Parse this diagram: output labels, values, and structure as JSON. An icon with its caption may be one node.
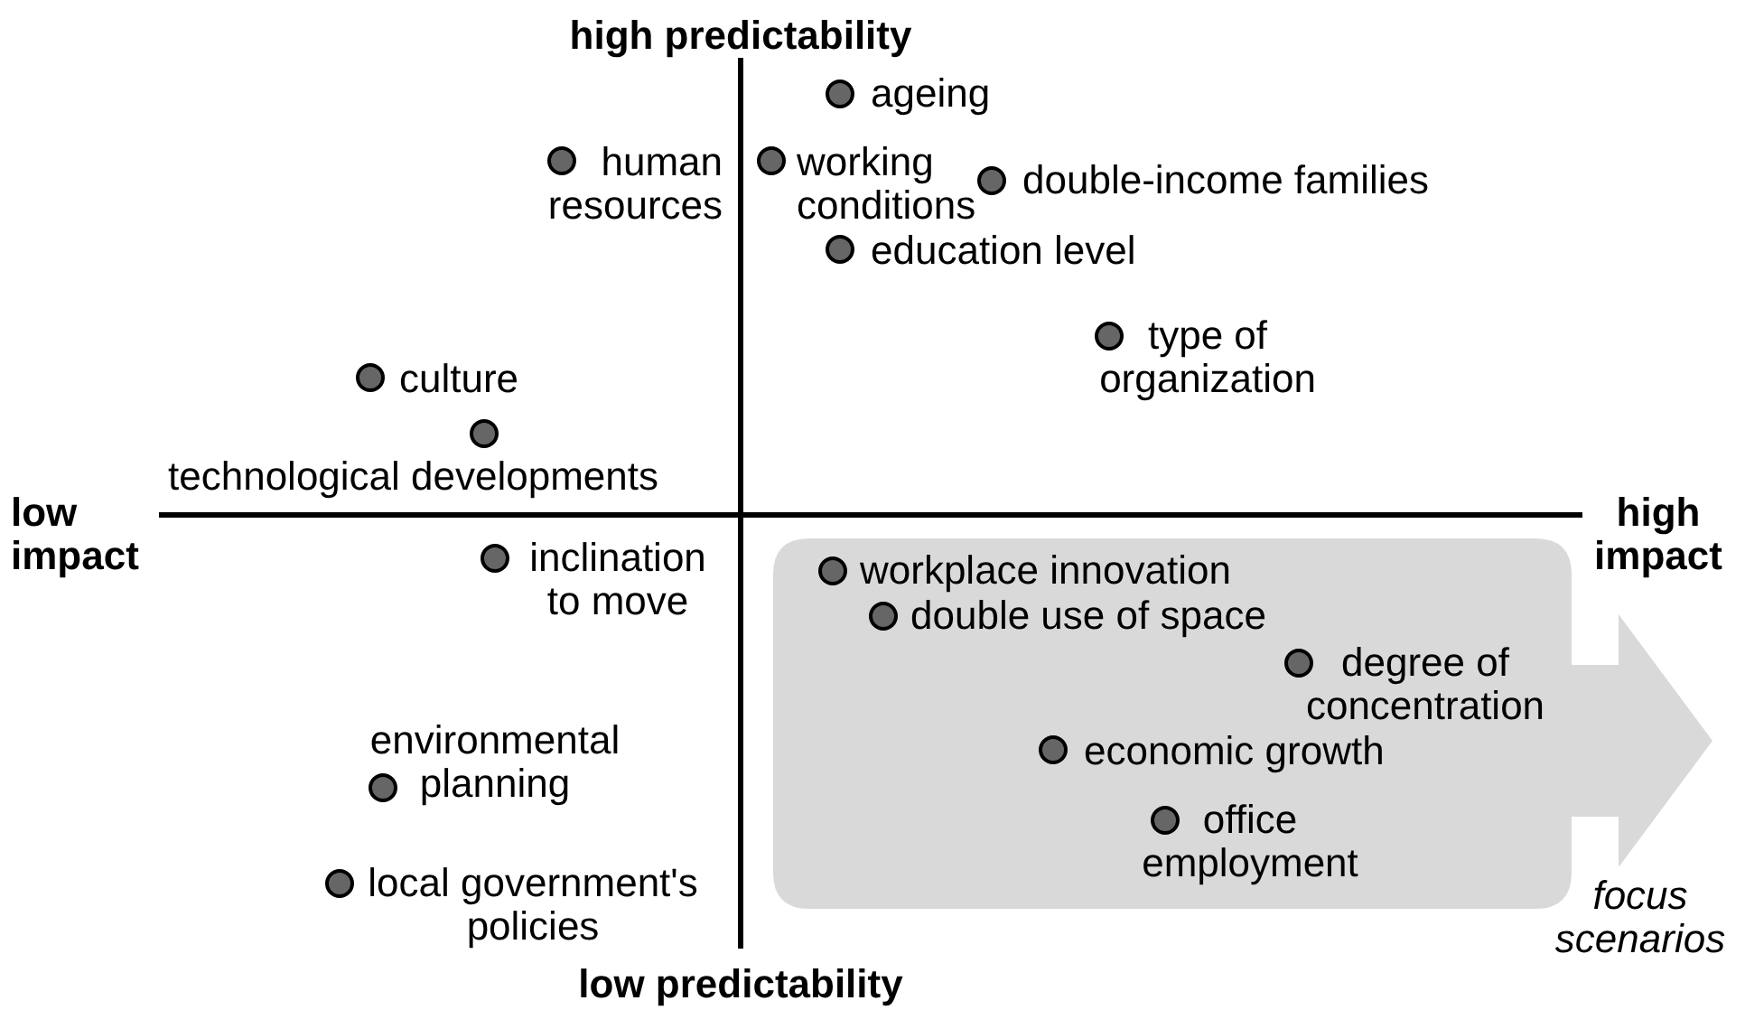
{
  "diagram": {
    "nodes": [
      {
        "text": [
          "focus scenarios"
        ]
      }
    ],
    "edges": [],
    "labels": [
      "high predictability",
      "ageing",
      "human resources",
      "working conditions",
      "double-income families",
      "education level",
      "type of organization",
      "culture",
      "technological developments",
      "low impact",
      "high impact",
      "inclination to move",
      "workplace innovation",
      "double use of space",
      "degree of concentration",
      "environmental planning",
      "economic growth",
      "office employment",
      "local government's policies",
      "low predictability"
    ]
  }
}
